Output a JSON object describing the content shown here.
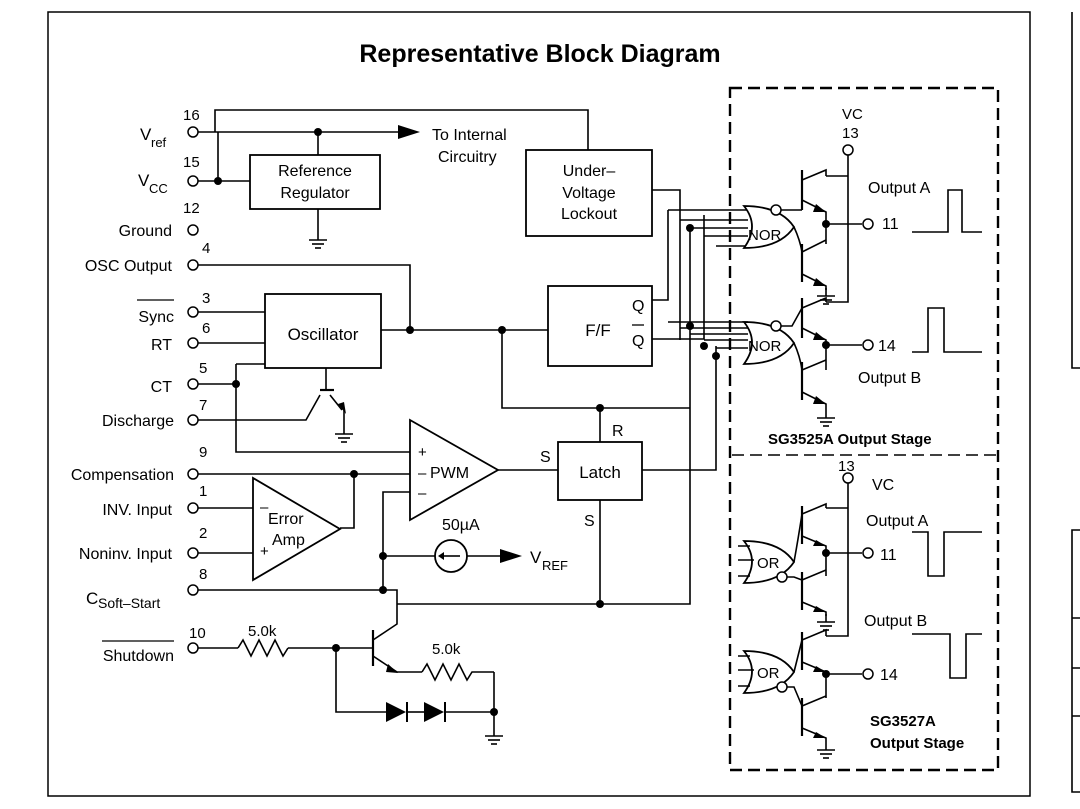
{
  "title": "Representative Block Diagram",
  "pins": {
    "vref": {
      "num": "16",
      "name": "V",
      "sub": "ref"
    },
    "vcc": {
      "num": "15",
      "name": "V",
      "sub": "CC"
    },
    "ground": {
      "num": "12",
      "name": "Ground"
    },
    "osc_output": {
      "num": "4",
      "name": "OSC Output"
    },
    "sync": {
      "num": "3",
      "name": "Sync"
    },
    "rt": {
      "num": "6",
      "name": "RT"
    },
    "ct": {
      "num": "5",
      "name": "CT"
    },
    "discharge": {
      "num": "7",
      "name": "Discharge"
    },
    "compensation": {
      "num": "9",
      "name": "Compensation"
    },
    "inv_input": {
      "num": "1",
      "name": "INV. Input"
    },
    "noninv_input": {
      "num": "2",
      "name": "Noninv. Input"
    },
    "soft_start": {
      "num": "8",
      "name": "C",
      "sub": "Soft–Start"
    },
    "shutdown": {
      "num": "10",
      "name": "Shutdown"
    }
  },
  "blocks": {
    "ref_reg_1": "Reference",
    "ref_reg_2": "Regulator",
    "to_internal_1": "To Internal",
    "to_internal_2": "Circuitry",
    "uvlo_1": "Under–",
    "uvlo_2": "Voltage",
    "uvlo_3": "Lockout",
    "oscillator": "Oscillator",
    "ff": "F/F",
    "q": "Q",
    "qbar": "Q",
    "r": "R",
    "s_latch": "S",
    "s_bottom": "S",
    "latch": "Latch",
    "pwm": "PWM",
    "plus": "+",
    "minus": "–",
    "minus2": "–",
    "ea_1": "Error",
    "ea_2": "Amp",
    "ea_minus": "–",
    "ea_plus": "+",
    "current": "50µA",
    "vref_label": "V",
    "vref_sub": "REF",
    "r1": "5.0k",
    "r2": "5.0k"
  },
  "output_stages": {
    "sg3525a": {
      "vc": "VC",
      "vc_pin": "13",
      "gate": "NOR",
      "out_a": "Output A",
      "out_a_pin": "11",
      "out_b": "Output B",
      "out_b_pin": "14",
      "label": "SG3525A Output Stage"
    },
    "sg3527a": {
      "vc": "VC",
      "vc_pin": "13",
      "gate": "OR",
      "out_a": "Output A",
      "out_a_pin": "11",
      "out_b": "Output B",
      "out_b_pin": "14",
      "label_1": "SG3527A",
      "label_2": "Output Stage"
    }
  }
}
